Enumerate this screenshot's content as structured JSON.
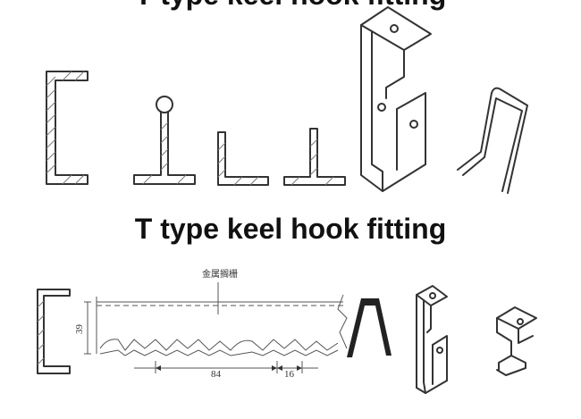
{
  "captions": {
    "top_partial": "T type keel hook fitting",
    "middle": "T type keel hook fitting"
  },
  "drawing_labels": {
    "grid_annotation": "金属搁栅",
    "dim_height": "39",
    "dim_pitch": "84",
    "dim_gap": "16"
  }
}
